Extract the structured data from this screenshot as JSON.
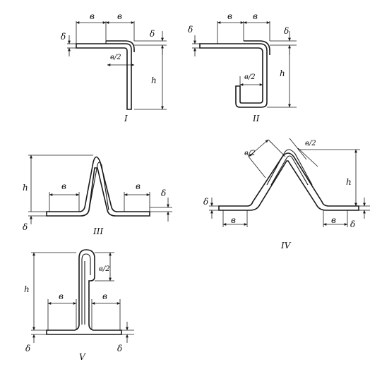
{
  "figures": {
    "f1": {
      "roman": "I",
      "w1": "в",
      "w2": "в",
      "thick_l": "δ",
      "thick_r": "δ",
      "half": "в/2",
      "height": "h"
    },
    "f2": {
      "roman": "II",
      "w1": "в",
      "w2": "в",
      "thick_l": "δ",
      "thick_r": "δ",
      "half": "в/2",
      "height": "h"
    },
    "f3": {
      "roman": "III",
      "w1": "в",
      "w2": "в",
      "thick_l": "δ",
      "thick_r": "δ",
      "height": "h"
    },
    "f4": {
      "roman": "IV",
      "w1": "в",
      "w2": "в",
      "thick_l": "δ",
      "thick_r": "δ",
      "half_l": "в/2",
      "half_r": "в/2",
      "height": "h"
    },
    "f5": {
      "roman": "V",
      "w1": "в",
      "w2": "в",
      "thick_l": "δ",
      "thick_r": "δ",
      "half": "в/2",
      "height": "h"
    }
  }
}
